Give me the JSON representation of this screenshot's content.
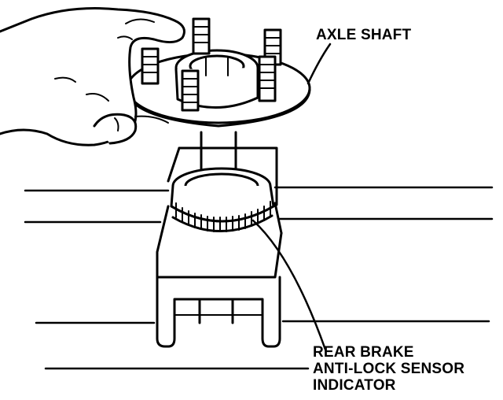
{
  "labels": {
    "axle_shaft": "AXLE SHAFT",
    "sensor_line1": "REAR BRAKE",
    "sensor_line2": "ANTI-LOCK SENSOR",
    "sensor_line3": "INDICATOR"
  },
  "colors": {
    "ink": "#000000",
    "paper": "#ffffff"
  }
}
